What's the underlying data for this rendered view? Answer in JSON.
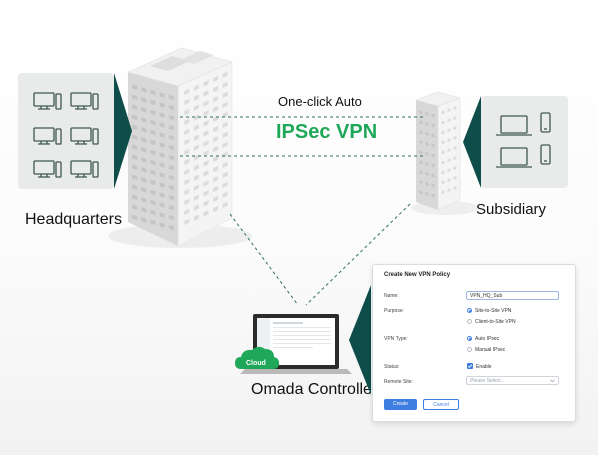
{
  "headquarters": {
    "label": "Headquarters"
  },
  "subsidiary": {
    "label": "Subsidiary"
  },
  "vpn": {
    "caption": "One-click Auto",
    "title": "IPSec VPN",
    "accent_color": "#1fa85a"
  },
  "controller": {
    "label": "Omada Controller",
    "cloud_label": "Cloud"
  },
  "dialog": {
    "title": "Create New VPN Policy",
    "name_label": "Name:",
    "name_value": "VPN_HQ_Sub",
    "purpose_label": "Purpose:",
    "purpose_options": [
      "Site-to-Site VPN",
      "Client-to-Site VPN"
    ],
    "vpn_type_label": "VPN Type:",
    "vpn_type_options": [
      "Auto IPsec",
      "Manual IPsec"
    ],
    "status_label": "Status:",
    "status_value": "Enable",
    "remote_site_label": "Remote Site:",
    "remote_site_placeholder": "Please Select...",
    "create_button": "Create",
    "cancel_button": "Cancel"
  },
  "colors": {
    "accent_teal": "#0e4d4a",
    "device_stroke": "#3e5752",
    "link_line": "#2f6f5a",
    "button_blue": "#3d7ee0"
  },
  "icons": [
    "desktop-icon",
    "laptop-icon",
    "phone-icon",
    "cloud-icon",
    "building-icon"
  ]
}
